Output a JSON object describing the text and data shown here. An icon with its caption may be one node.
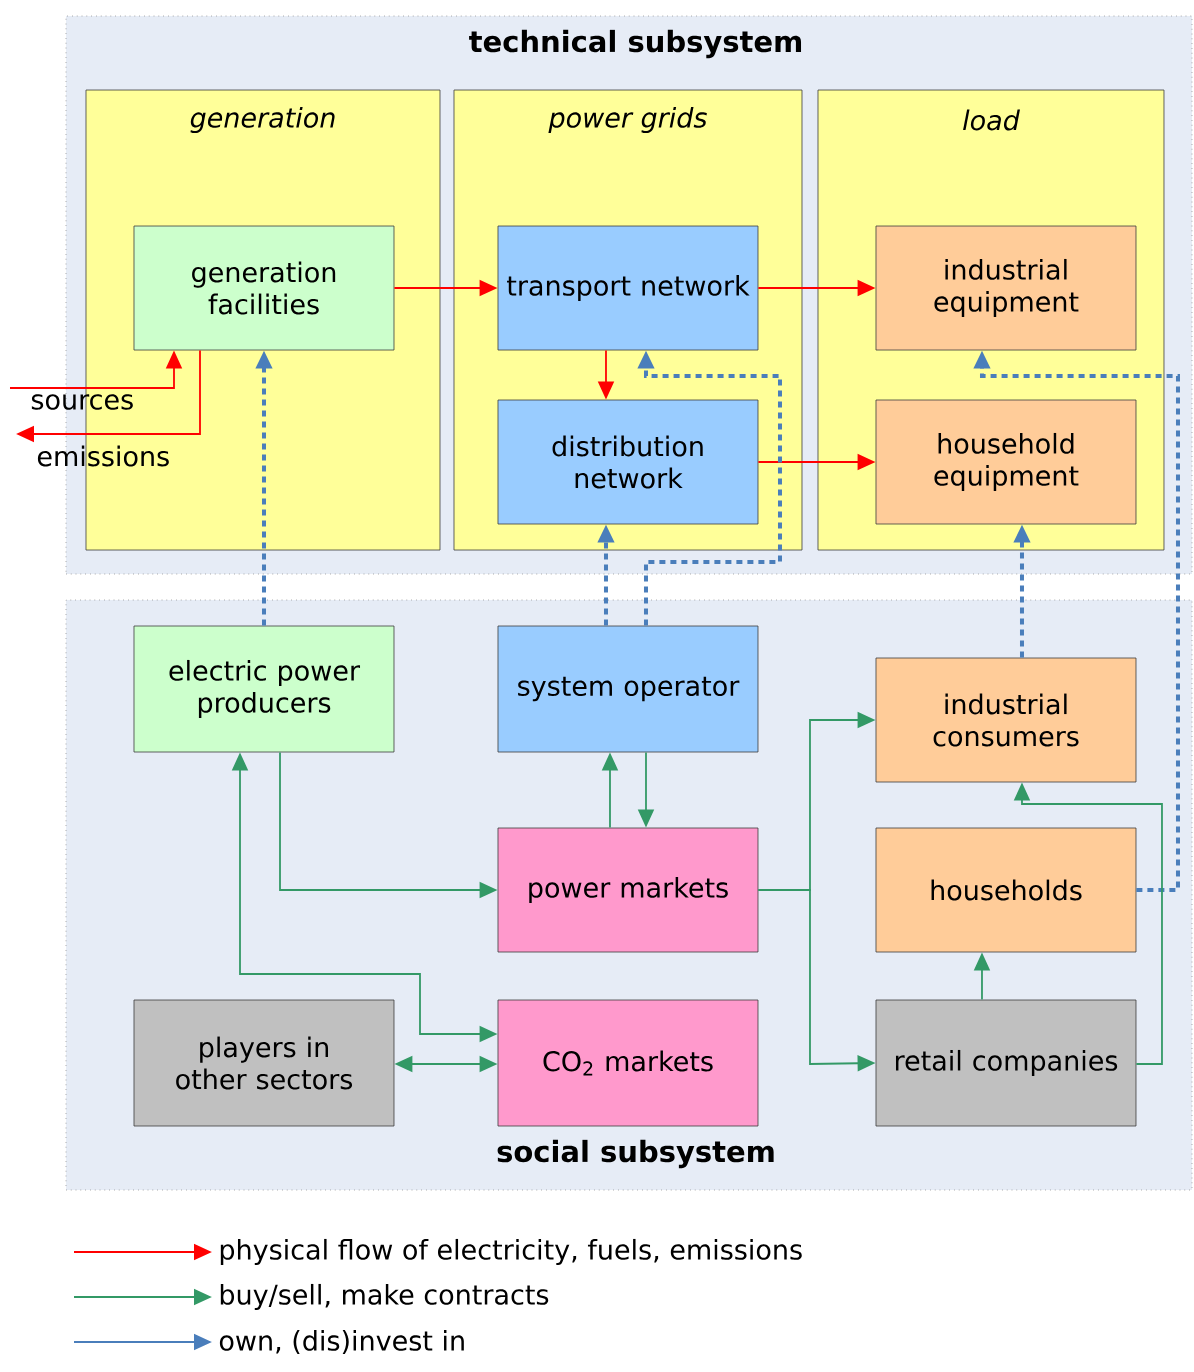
{
  "diagram": {
    "nodes": [
      {
        "text": [
          "technical subsystem"
        ]
      },
      {
        "text": [
          "generation"
        ],
        "in": 0
      },
      {
        "text": [
          "power grids"
        ],
        "in": 0
      },
      {
        "text": [
          "load"
        ],
        "in": 0
      },
      {
        "text": [
          "generation facilities"
        ],
        "in": 1
      },
      {
        "text": [
          "transport network"
        ],
        "in": 2
      },
      {
        "text": [
          "distribution network"
        ],
        "in": 2
      },
      {
        "text": [
          "industrial equipment"
        ],
        "in": 3
      },
      {
        "text": [
          "household equipment"
        ],
        "in": 3
      },
      {
        "text": [
          "social subsystem"
        ]
      },
      {
        "text": [
          "electric power producers"
        ],
        "in": 9
      },
      {
        "text": [
          "system operator"
        ],
        "in": 9
      },
      {
        "text": [
          "industrial consumers"
        ],
        "in": 9
      },
      {
        "text": [
          "power markets"
        ],
        "in": 9
      },
      {
        "text": [
          "households"
        ],
        "in": 9
      },
      {
        "text": [
          "players in other sectors"
        ],
        "in": 9
      },
      {
        "text": [
          "CO$_{2}$ markets"
        ],
        "in": 9
      },
      {
        "text": [
          "retail companies"
        ],
        "in": 9
      }
    ],
    "edges": [
      {
        "from": 4,
        "to": 5,
        "arrow": "to",
        "color": "#ff0000"
      },
      {
        "from": 5,
        "to": 6,
        "arrow": "to",
        "color": "#ff0000"
      },
      {
        "from": 5,
        "to": 7,
        "arrow": "to",
        "color": "#ff0000"
      },
      {
        "from": 6,
        "to": 8,
        "arrow": "to",
        "color": "#ff0000"
      },
      {
        "from": null,
        "to": 4,
        "arrow": "to",
        "label": "sources",
        "color": "#ff0000"
      },
      {
        "from": 4,
        "to": null,
        "arrow": "to",
        "label": "emissions",
        "color": "#ff0000"
      },
      {
        "from": 10,
        "to": 4,
        "arrow": "to",
        "style": "dashed",
        "color": "#4a7ebb"
      },
      {
        "from": 11,
        "to": 6,
        "arrow": "to",
        "style": "dashed",
        "color": "#4a7ebb"
      },
      {
        "from": 11,
        "to": 5,
        "arrow": "to",
        "style": "dashed",
        "color": "#4a7ebb"
      },
      {
        "from": 14,
        "to": 7,
        "arrow": "to",
        "style": "dashed",
        "color": "#4a7ebb"
      },
      {
        "from": 12,
        "to": 8,
        "arrow": "to",
        "style": "dashed",
        "color": "#4a7ebb"
      },
      {
        "from": 13,
        "to": 11,
        "arrow": "to"
      },
      {
        "from": 11,
        "to": 13,
        "arrow": "to"
      },
      {
        "from": 10,
        "to": 13,
        "arrow": "to"
      },
      {
        "from": 10,
        "to": 16,
        "arrow": "both"
      },
      {
        "from": 15,
        "to": 16,
        "arrow": "both"
      },
      {
        "from": 13,
        "to": 12,
        "arrow": "to"
      },
      {
        "from": 13,
        "to": 17,
        "arrow": "to"
      },
      {
        "from": 17,
        "to": 14,
        "arrow": "to"
      },
      {
        "from": 17,
        "to": 12,
        "arrow": "to"
      }
    ],
    "legend": [
      {
        "text": "physical flow of electricity, fuels, emissions"
      },
      {
        "text": "buy/sell, make contracts"
      },
      {
        "text": "own, (dis)invest in"
      }
    ]
  }
}
